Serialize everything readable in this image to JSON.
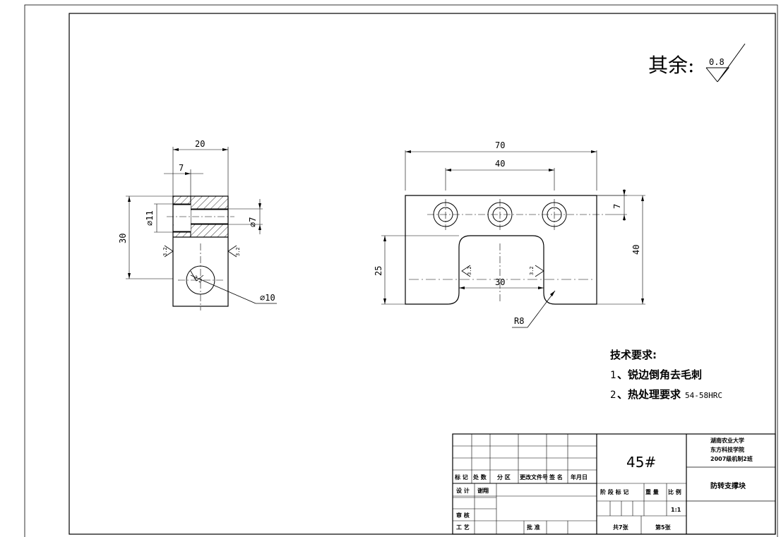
{
  "roughness_note": {
    "label": "其余:",
    "value": "0.8"
  },
  "dimensions": {
    "side_width": "20",
    "side_step": "7",
    "side_height": "30",
    "side_bore_large": "⌀11",
    "side_bore_small": "⌀7",
    "side_hole": "⌀10",
    "front_width": "70",
    "front_pitch": "40",
    "front_hole_offset": "7",
    "front_height": "40",
    "front_slot_depth": "25",
    "front_slot_width": "30",
    "front_fillet": "R8"
  },
  "surface_marks": [
    "3.2",
    "3.2",
    "3.2",
    "3.2",
    "3.2"
  ],
  "tech_requirements": {
    "title": "技术要求:",
    "items": [
      {
        "num": "1",
        "text": "、锐边倒角去毛刺",
        "suffix": ""
      },
      {
        "num": "2",
        "text": "、热处理要求",
        "suffix": "54-58HRC"
      }
    ]
  },
  "title_block": {
    "material": "45#",
    "school_line1": "湖南农业大学",
    "school_line2": "东方科技学院",
    "school_line3": "2007级机制2班",
    "part_name": "防转支撑块",
    "headers": [
      "标 记",
      "处 数",
      "分 区",
      "更改文件号",
      "签 名",
      "年月日"
    ],
    "design_label": "设 计",
    "designer": "谢翔",
    "review_label": "审 核",
    "process_label": "工 艺",
    "approve_label": "批 准",
    "stage_headers": [
      "阶 段 标 记",
      "重 量",
      "比 例"
    ],
    "scale": "1:1",
    "total_sheets": "共7张",
    "sheet_no": "第5张"
  }
}
